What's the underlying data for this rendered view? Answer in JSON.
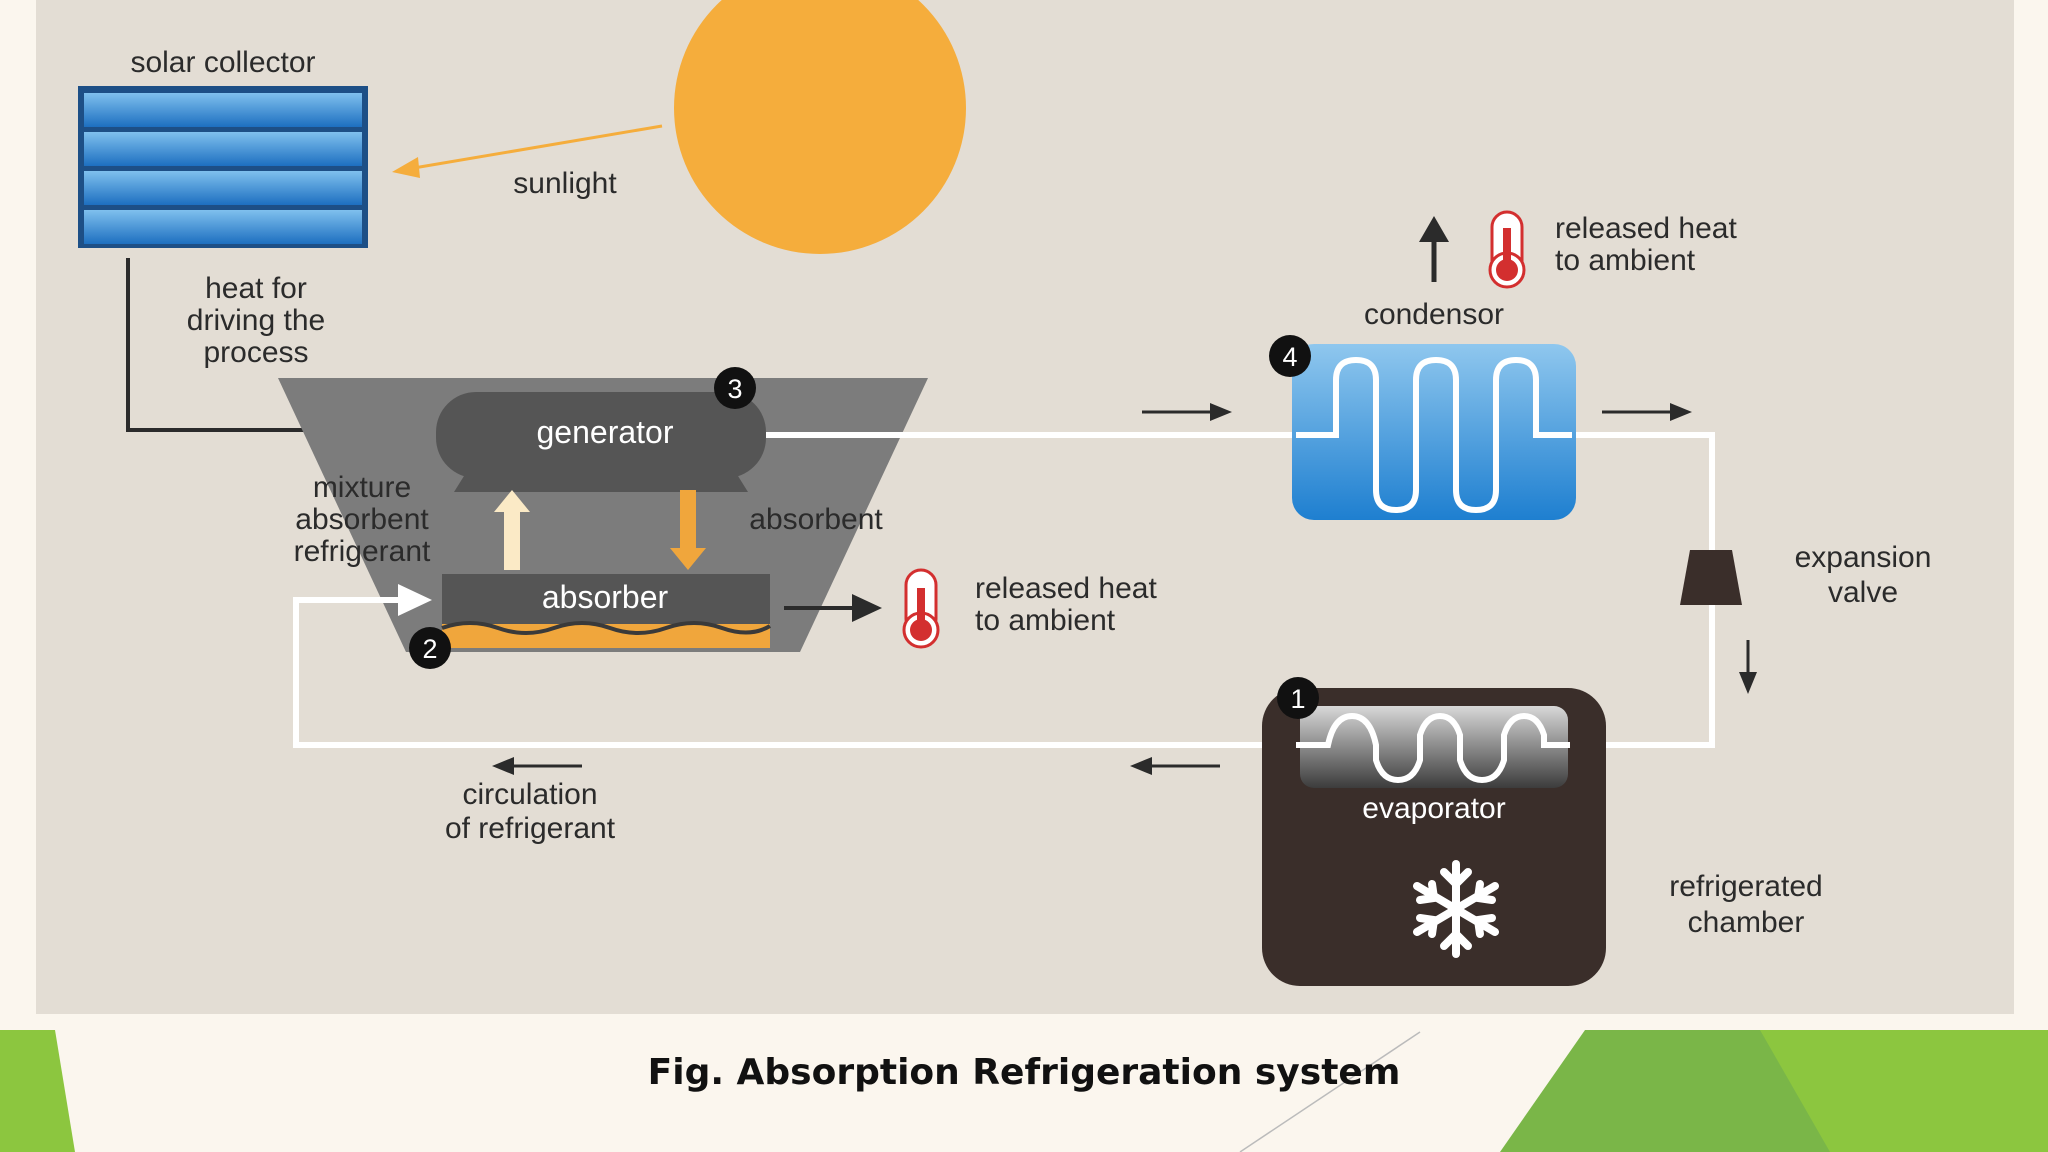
{
  "diagram": {
    "caption": "Fig. Absorption Refrigeration system",
    "solar_collector": {
      "label": "solar collector",
      "icon": "solar-panel-icon"
    },
    "sun": {
      "icon": "sun-icon",
      "color": "#f5ad3c"
    },
    "sunlight_label": "sunlight",
    "heat_label": [
      "heat for",
      "driving the",
      "process"
    ],
    "generator": {
      "label": "generator",
      "number": "3"
    },
    "absorber": {
      "label": "absorber",
      "number": "2"
    },
    "mixture_label": [
      "mixture",
      "absorbent",
      "refrigerant"
    ],
    "absorbent_label": "absorbent",
    "released_heat_1": [
      "released heat",
      "to ambient"
    ],
    "released_heat_2": [
      "released heat",
      "to ambient"
    ],
    "condensor": {
      "label": "condensor",
      "number": "4"
    },
    "expansion_valve": [
      "expansion",
      "valve"
    ],
    "evaporator": {
      "label": "evaporator",
      "number": "1"
    },
    "refrigerated_chamber": [
      "refrigerated",
      "chamber"
    ],
    "circulation_label": [
      "circulation",
      "of refrigerant"
    ],
    "colors": {
      "panel_bg": "#e3ddd4",
      "accent_green": "#7ab648",
      "generator_gray": "#555555",
      "chamber_brown": "#3a2e2a",
      "pipe_white": "#ffffff",
      "sun_orange": "#f5ad3c"
    }
  }
}
